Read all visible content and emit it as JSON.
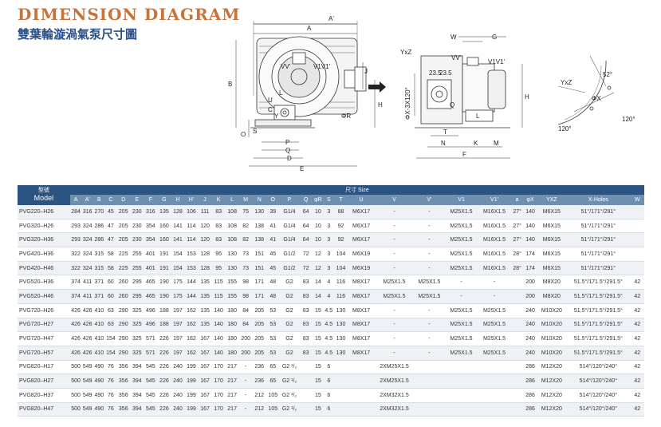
{
  "header": {
    "title_en": "DIMENSION DIAGRAM",
    "title_zh": "雙葉輪漩渦氣泵尺寸圖"
  },
  "drawing": {
    "front_labels": {
      "A": "A",
      "A_prime": "A'",
      "B": "B",
      "VV": "VV'",
      "V1V1": "V1V1'",
      "J": "J",
      "U": "U",
      "L": "L",
      "R": "ΦR",
      "H": "H",
      "O": "O",
      "S": "S",
      "P": "P",
      "Q": "Q",
      "D": "D",
      "E": "E",
      "C": "C",
      "Y": "Y"
    },
    "side_labels": {
      "W": "W",
      "G": "G",
      "YxZ": "YxZ",
      "VV": "VV'",
      "V1V1": "V1V1'",
      "dim1": "23.5",
      "dim2": "23.5",
      "PhiX": "ΦX-3X120°",
      "Q": "Q",
      "L": "L",
      "T": "T",
      "N": "N",
      "K": "K",
      "M": "M",
      "F": "F",
      "H": "H"
    },
    "flange_labels": {
      "YxZ": "YxZ",
      "deg52": "52°",
      "phiX": "ΦX",
      "deg120a": "120°",
      "deg120b": "120°"
    }
  },
  "table": {
    "group_header": "尺寸 Size",
    "model_header_zh": "型號",
    "model_header_en": "Model",
    "columns": [
      "A",
      "A'",
      "B",
      "C",
      "D",
      "E",
      "F",
      "G",
      "H",
      "H'",
      "J",
      "K",
      "L",
      "M",
      "N",
      "O",
      "P",
      "Q",
      "φR",
      "S",
      "T",
      "U",
      "V",
      "V'",
      "V1",
      "V1'",
      "a",
      "φX",
      "YXZ",
      "X-Holes",
      "W"
    ],
    "rows": [
      [
        "PVG220–H26",
        "284",
        "316",
        "270",
        "45",
        "205",
        "230",
        "316",
        "135",
        "128",
        "106",
        "111",
        "83",
        "108",
        "75",
        "130",
        "39",
        "G1/4",
        "64",
        "10",
        "3",
        "88",
        "M6X17",
        "-",
        "-",
        "M25X1.5",
        "M16X1.5",
        "27°",
        "140",
        "M6X15",
        "51°/171°/291°",
        ""
      ],
      [
        "PVG320–H26",
        "293",
        "324",
        "286",
        "47",
        "205",
        "230",
        "354",
        "160",
        "141",
        "114",
        "120",
        "83",
        "108",
        "82",
        "138",
        "41",
        "G1/4",
        "64",
        "10",
        "3",
        "92",
        "M6X17",
        "-",
        "-",
        "M25X1.5",
        "M16X1.5",
        "27°",
        "140",
        "M6X15",
        "51°/171°/291°",
        ""
      ],
      [
        "PVG320–H36",
        "293",
        "324",
        "286",
        "47",
        "205",
        "230",
        "354",
        "160",
        "141",
        "114",
        "120",
        "83",
        "108",
        "82",
        "138",
        "41",
        "G1/4",
        "64",
        "10",
        "3",
        "92",
        "M6X17",
        "-",
        "-",
        "M25X1.5",
        "M16X1.5",
        "27°",
        "140",
        "M6X15",
        "51°/171°/291°",
        ""
      ],
      [
        "PVG420–H36",
        "322",
        "324",
        "315",
        "58",
        "225",
        "255",
        "401",
        "191",
        "154",
        "153",
        "128",
        "95",
        "130",
        "73",
        "151",
        "45",
        "G1/2",
        "72",
        "12",
        "3",
        "104",
        "M6X19",
        "-",
        "-",
        "M25X1.5",
        "M16X1.5",
        "28°",
        "174",
        "M6X15",
        "51°/171°/291°",
        ""
      ],
      [
        "PVG420–H46",
        "322",
        "324",
        "315",
        "58",
        "225",
        "255",
        "401",
        "191",
        "154",
        "153",
        "128",
        "95",
        "130",
        "73",
        "151",
        "45",
        "G1/2",
        "72",
        "12",
        "3",
        "104",
        "M6X19",
        "-",
        "-",
        "M25X1.5",
        "M16X1.5",
        "28°",
        "174",
        "M6X15",
        "51°/171°/291°",
        ""
      ],
      [
        "PVG520–H36",
        "374",
        "411",
        "371",
        "60",
        "260",
        "295",
        "465",
        "190",
        "175",
        "144",
        "135",
        "115",
        "155",
        "98",
        "171",
        "48",
        "G2",
        "83",
        "14",
        "4",
        "116",
        "M8X17",
        "M25X1.5",
        "M25X1.5",
        "-",
        "-",
        "",
        "200",
        "M8X20",
        "51.5°/171.5°/291.5°",
        "42"
      ],
      [
        "PVG520–H46",
        "374",
        "411",
        "371",
        "60",
        "260",
        "295",
        "465",
        "190",
        "175",
        "144",
        "135",
        "115",
        "155",
        "98",
        "171",
        "48",
        "G2",
        "83",
        "14",
        "4",
        "116",
        "M8X17",
        "M25X1.5",
        "M25X1.5",
        "-",
        "-",
        "",
        "200",
        "M8X20",
        "51.5°/171.5°/291.5°",
        "42"
      ],
      [
        "PVG720–H26",
        "426",
        "426",
        "410",
        "63",
        "290",
        "325",
        "496",
        "188",
        "197",
        "162",
        "135",
        "140",
        "180",
        "84",
        "205",
        "53",
        "G2",
        "83",
        "15",
        "4.5",
        "130",
        "M8X17",
        "-",
        "-",
        "M25X1.5",
        "M25X1.5",
        "",
        "240",
        "M10X20",
        "51.5°/171.5°/291.5°",
        "42"
      ],
      [
        "PVG720–H27",
        "426",
        "426",
        "410",
        "63",
        "290",
        "325",
        "496",
        "188",
        "197",
        "162",
        "135",
        "140",
        "180",
        "84",
        "205",
        "53",
        "G2",
        "83",
        "15",
        "4.5",
        "130",
        "M8X17",
        "-",
        "-",
        "M25X1.5",
        "M25X1.5",
        "",
        "240",
        "M10X20",
        "51.5°/171.5°/291.5°",
        "42"
      ],
      [
        "PVG720–H47",
        "426",
        "426",
        "410",
        "154",
        "290",
        "325",
        "571",
        "226",
        "197",
        "162",
        "167",
        "140",
        "180",
        "200",
        "205",
        "53",
        "G2",
        "83",
        "15",
        "4.5",
        "130",
        "M8X17",
        "-",
        "-",
        "M25X1.5",
        "M25X1.5",
        "",
        "240",
        "M10X20",
        "51.5°/171.5°/291.5°",
        "42"
      ],
      [
        "PVG720–H57",
        "426",
        "426",
        "410",
        "154",
        "290",
        "325",
        "571",
        "226",
        "197",
        "162",
        "167",
        "140",
        "180",
        "200",
        "205",
        "53",
        "G2",
        "83",
        "15",
        "4.5",
        "130",
        "M8X17",
        "-",
        "-",
        "M25X1.5",
        "M25X1.5",
        "",
        "240",
        "M10X20",
        "51.5°/171.5°/291.5°",
        "42"
      ],
      [
        "PVG820–H17",
        "500",
        "549",
        "490",
        "76",
        "356",
        "394",
        "545",
        "226",
        "240",
        "199",
        "167",
        "170",
        "217",
        "-",
        "236",
        "65",
        "G2 ¹/₂",
        "",
        "15",
        "6",
        "",
        "",
        "2XM25X1.5",
        "",
        "",
        "",
        "",
        "286",
        "M12X20",
        "514°/120°/240°",
        "42"
      ],
      [
        "PVG820–H27",
        "500",
        "549",
        "490",
        "76",
        "356",
        "394",
        "545",
        "226",
        "240",
        "199",
        "167",
        "170",
        "217",
        "-",
        "236",
        "65",
        "G2 ¹/₂",
        "",
        "15",
        "6",
        "",
        "",
        "2XM25X1.5",
        "",
        "",
        "",
        "",
        "286",
        "M12X20",
        "514°/120°/240°",
        "42"
      ],
      [
        "PVG820–H37",
        "500",
        "549",
        "490",
        "76",
        "356",
        "394",
        "545",
        "226",
        "240",
        "199",
        "167",
        "170",
        "217",
        "-",
        "212",
        "105",
        "G2 ¹/₂",
        "",
        "15",
        "6",
        "",
        "",
        "2XM32X1.5",
        "",
        "",
        "",
        "",
        "286",
        "M12X20",
        "514°/120°/240°",
        "42"
      ],
      [
        "PVG820–H47",
        "500",
        "549",
        "490",
        "76",
        "356",
        "394",
        "545",
        "226",
        "240",
        "199",
        "167",
        "170",
        "217",
        "-",
        "212",
        "105",
        "G2 ¹/₂",
        "",
        "15",
        "6",
        "",
        "",
        "2XM32X1.5",
        "",
        "",
        "",
        "",
        "286",
        "M12X20",
        "514°/120°/240°",
        "42"
      ]
    ]
  }
}
